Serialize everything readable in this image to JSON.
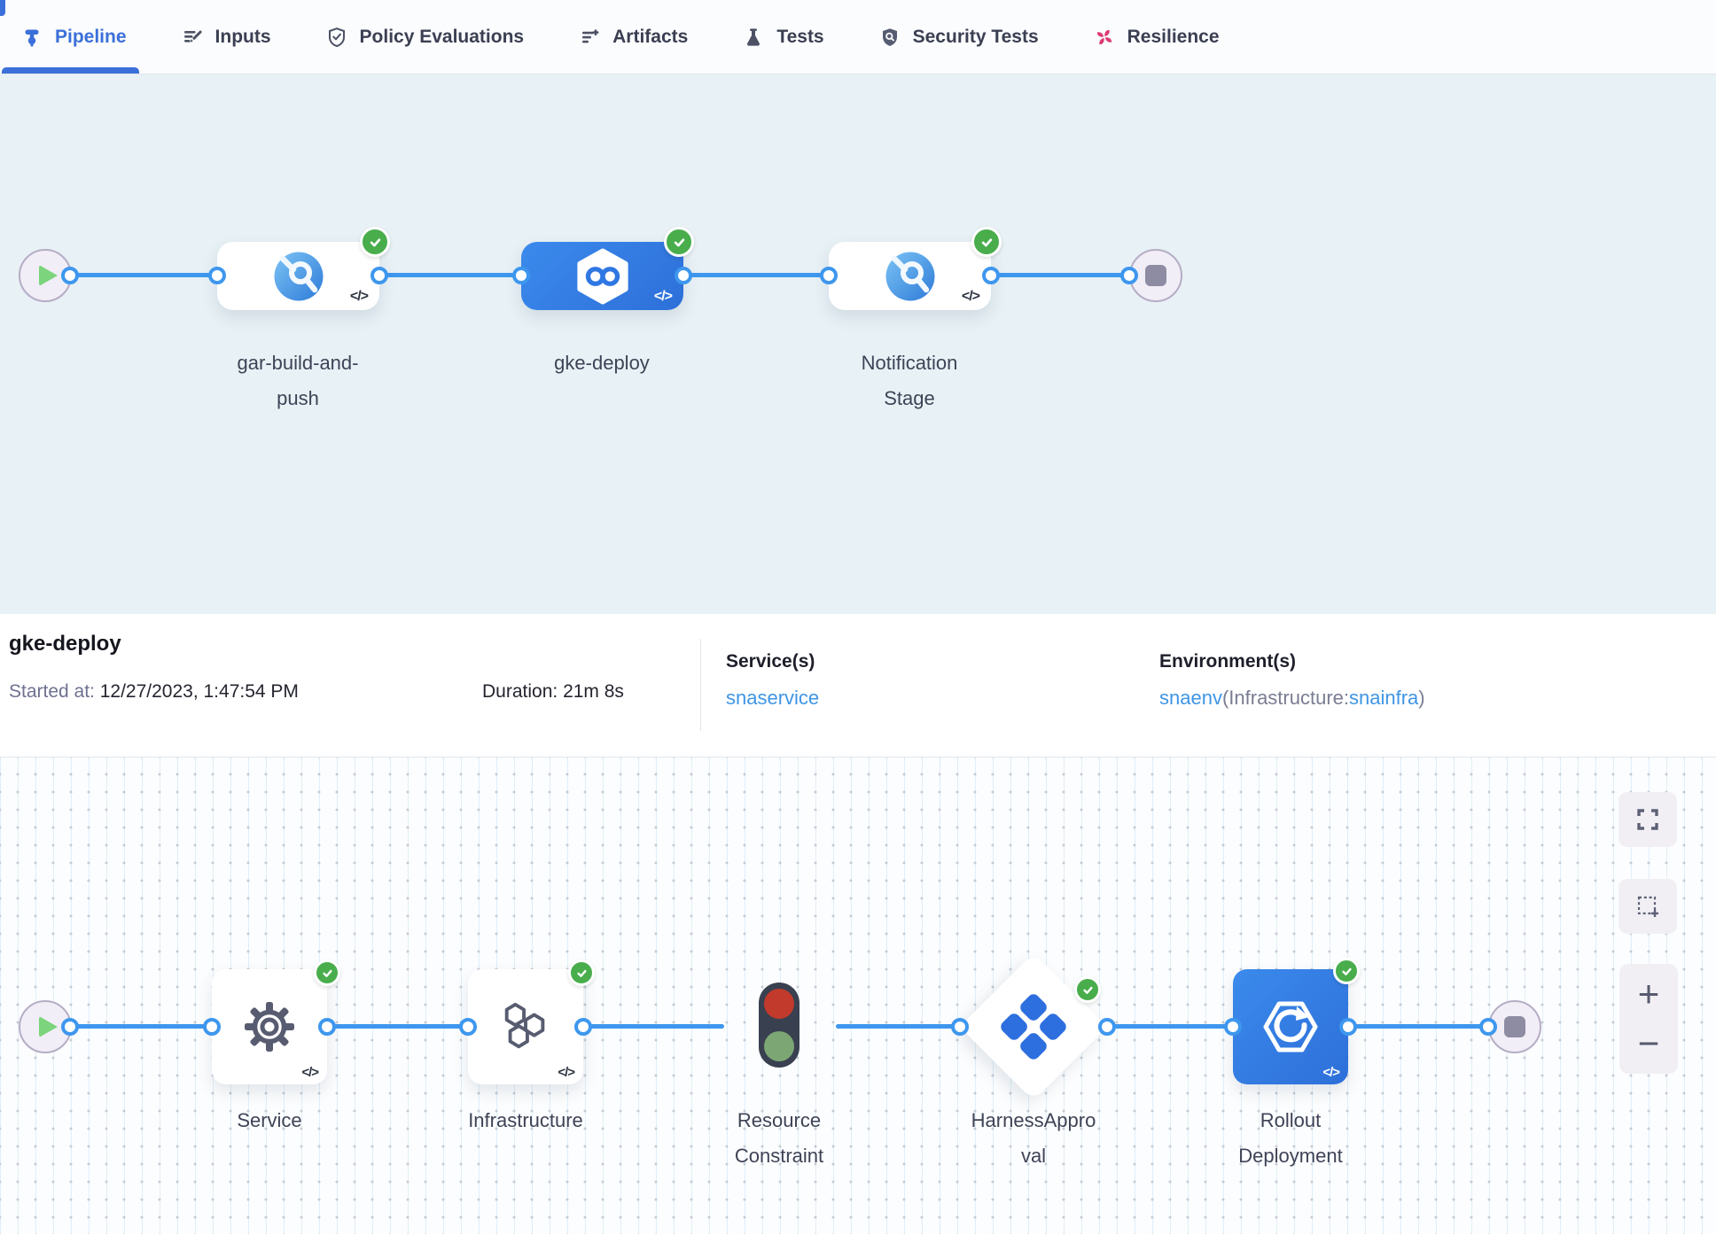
{
  "tabs": {
    "items": [
      {
        "label": "Pipeline",
        "active": true
      },
      {
        "label": "Inputs",
        "active": false
      },
      {
        "label": "Policy Evaluations",
        "active": false
      },
      {
        "label": "Artifacts",
        "active": false
      },
      {
        "label": "Tests",
        "active": false
      },
      {
        "label": "Security Tests",
        "active": false
      },
      {
        "label": "Resilience",
        "active": false
      }
    ]
  },
  "top_graph": {
    "stages": [
      {
        "label": "gar-build-and-push",
        "status": "success",
        "selected": false
      },
      {
        "label": "gke-deploy",
        "status": "success",
        "selected": true
      },
      {
        "label": "Notification Stage",
        "status": "success",
        "selected": false
      }
    ],
    "code_glyph": "</>"
  },
  "details": {
    "title": "gke-deploy",
    "started_label": "Started at:",
    "started_value": "12/27/2023, 1:47:54 PM",
    "duration_label": "Duration:",
    "duration_value": "21m 8s",
    "services_label": "Service(s)",
    "service_link": "snaservice",
    "environments_label": "Environment(s)",
    "env_link": "snaenv",
    "env_infra_prefix": "(Infrastructure:",
    "env_infra_link": "snainfra",
    "env_suffix": ")"
  },
  "exec_graph": {
    "steps": [
      {
        "label": "Service",
        "status": "success"
      },
      {
        "label": "Infrastructure",
        "status": "success"
      },
      {
        "label": "Resource Constraint",
        "status": "none"
      },
      {
        "label": "HarnessApproval",
        "status": "success"
      },
      {
        "label": "Rollout Deployment",
        "status": "success"
      }
    ],
    "code_glyph": "</>",
    "controls": {
      "zoom_in": "+",
      "zoom_out": "−"
    }
  },
  "colors": {
    "accent_blue": "#3b6fd9",
    "connector_blue": "#3e97ee",
    "node_blue": "#3079e3",
    "success_green": "#49ad4c",
    "link_blue": "#3e95e5",
    "resilience_pink": "#dc3a72",
    "top_graph_bg": "#e8f1f5"
  }
}
